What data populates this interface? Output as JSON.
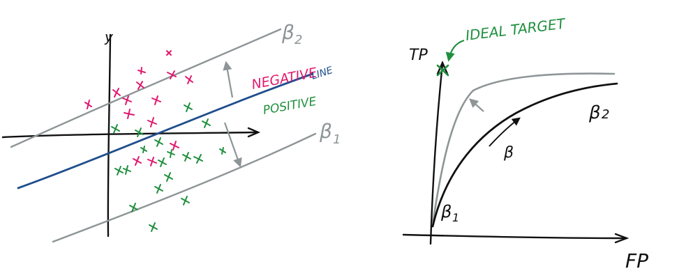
{
  "colors": {
    "ink": "#111111",
    "gray": "#8e9597",
    "blue": "#1f4e8c",
    "pink": "#e0196e",
    "green": "#1f8f3e"
  },
  "left": {
    "labels": {
      "y_axis": "y",
      "beta2": "β",
      "beta2_sub": "2",
      "beta1": "β",
      "beta1_sub": "1",
      "negative": "NEGATIVE",
      "line": "LINE",
      "positive": "POSITIVE"
    },
    "negative_count": 14,
    "positive_count": 18
  },
  "right": {
    "labels": {
      "tp": "TP",
      "fp": "FP",
      "ideal_target": "IDEAL TARGET",
      "beta2": "β",
      "beta2_sub": "2",
      "beta1": "β",
      "beta1_sub": "1",
      "beta": "β"
    }
  }
}
